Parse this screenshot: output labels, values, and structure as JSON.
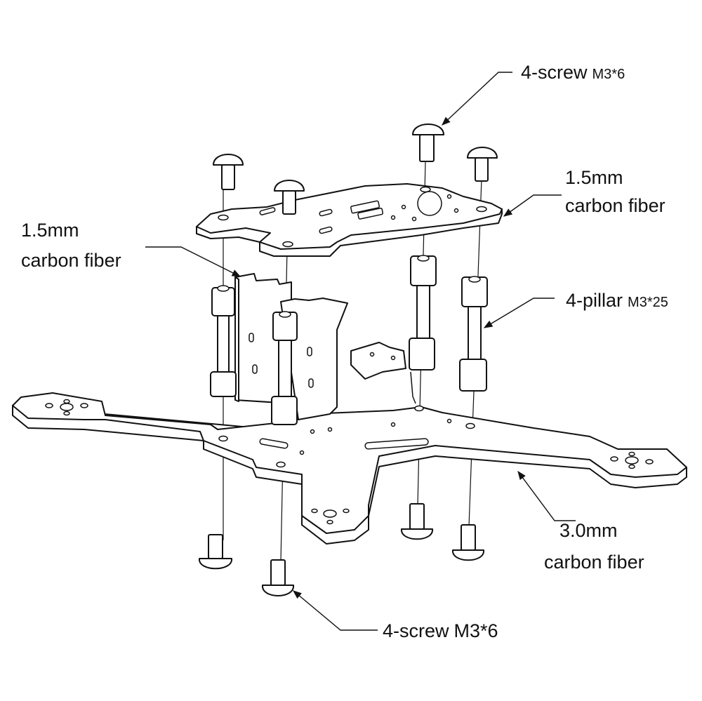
{
  "labels": {
    "top_screws": {
      "main": "4-screw",
      "spec": "M3*6"
    },
    "top_plate": {
      "line1": "1.5mm",
      "line2": "carbon fiber"
    },
    "side_plate": {
      "line1": "1.5mm",
      "line2": "carbon fiber"
    },
    "pillars": {
      "main": "4-pillar",
      "spec": "M3*25"
    },
    "bottom_frame": {
      "line1": "3.0mm",
      "line2": "carbon fiber"
    },
    "bottom_screws": {
      "main": "4-screw",
      "spec": "M3*6"
    }
  },
  "colors": {
    "line": "#111111",
    "background": "#ffffff"
  }
}
